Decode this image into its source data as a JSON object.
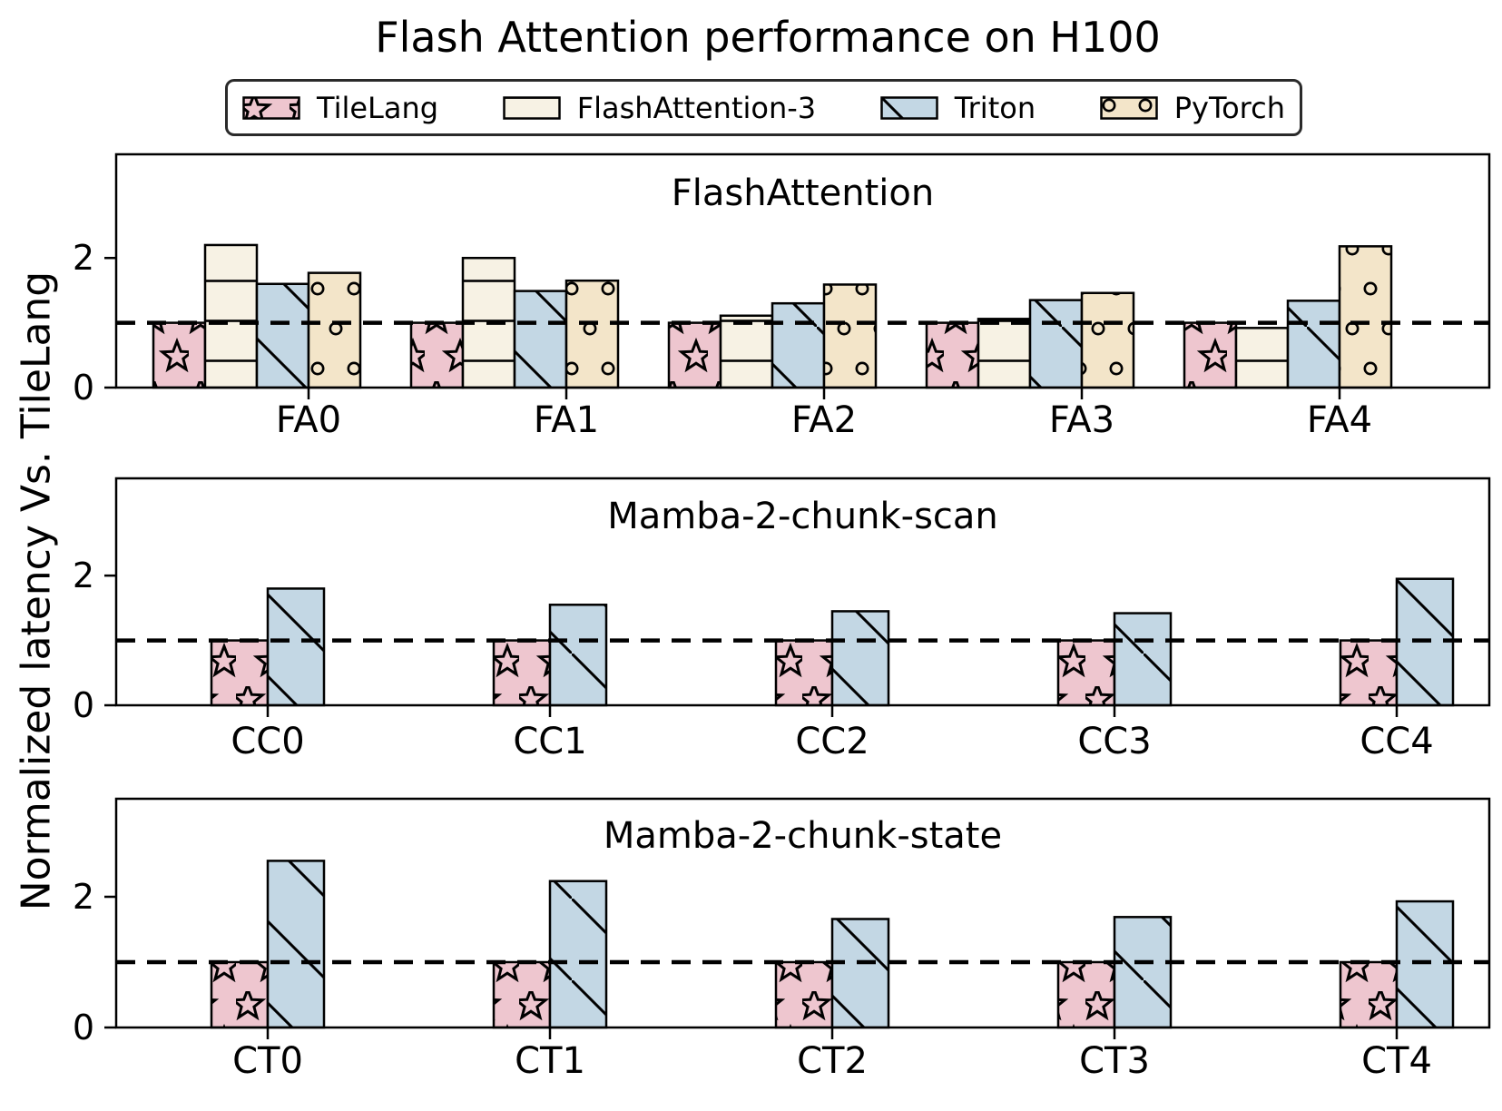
{
  "page_title": "Flash Attention performance on H100",
  "y_axis_label": "Normalized latency Vs. TileLang",
  "legend": {
    "items": [
      {
        "label": "TileLang",
        "color": "#eec6cf",
        "hatch": "star"
      },
      {
        "label": "FlashAttention-3",
        "color": "#f7f2e4",
        "hatch": "hlines"
      },
      {
        "label": "Triton",
        "color": "#c3d7e4",
        "hatch": "diag"
      },
      {
        "label": "PyTorch",
        "color": "#f3e5c9",
        "hatch": "dots"
      }
    ]
  },
  "style_colors": {
    "bar_edge": "#000000",
    "axes_edge": "#000000",
    "baseline_dash": "#000000",
    "legend_border": "#2a2a2a"
  },
  "chart_data": [
    {
      "type": "bar",
      "title": "FlashAttention",
      "categories": [
        "FA0",
        "FA1",
        "FA2",
        "FA3",
        "FA4"
      ],
      "series": [
        {
          "name": "TileLang",
          "values": [
            1.0,
            1.0,
            1.0,
            1.0,
            1.0
          ]
        },
        {
          "name": "FlashAttention-3",
          "values": [
            2.2,
            2.0,
            1.11,
            1.06,
            0.92
          ]
        },
        {
          "name": "Triton",
          "values": [
            1.6,
            1.49,
            1.3,
            1.35,
            1.34
          ]
        },
        {
          "name": "PyTorch",
          "values": [
            1.77,
            1.65,
            1.59,
            1.46,
            2.18
          ]
        }
      ],
      "yticks": [
        0,
        2
      ],
      "ylim": [
        0,
        3.6
      ],
      "baseline": 1,
      "grid": false
    },
    {
      "type": "bar",
      "title": "Mamba-2-chunk-scan",
      "categories": [
        "CC0",
        "CC1",
        "CC2",
        "CC3",
        "CC4"
      ],
      "series": [
        {
          "name": "TileLang",
          "values": [
            1.0,
            1.0,
            1.0,
            1.0,
            1.0
          ]
        },
        {
          "name": "Triton",
          "values": [
            1.8,
            1.55,
            1.45,
            1.42,
            1.95
          ]
        }
      ],
      "yticks": [
        0,
        2
      ],
      "ylim": [
        0,
        3.5
      ],
      "baseline": 1,
      "grid": false
    },
    {
      "type": "bar",
      "title": "Mamba-2-chunk-state",
      "categories": [
        "CT0",
        "CT1",
        "CT2",
        "CT3",
        "CT4"
      ],
      "series": [
        {
          "name": "TileLang",
          "values": [
            1.0,
            1.0,
            1.0,
            1.0,
            1.0
          ]
        },
        {
          "name": "Triton",
          "values": [
            2.55,
            2.24,
            1.66,
            1.69,
            1.93
          ]
        }
      ],
      "yticks": [
        0,
        2
      ],
      "ylim": [
        0,
        3.5
      ],
      "baseline": 1,
      "grid": false
    }
  ]
}
